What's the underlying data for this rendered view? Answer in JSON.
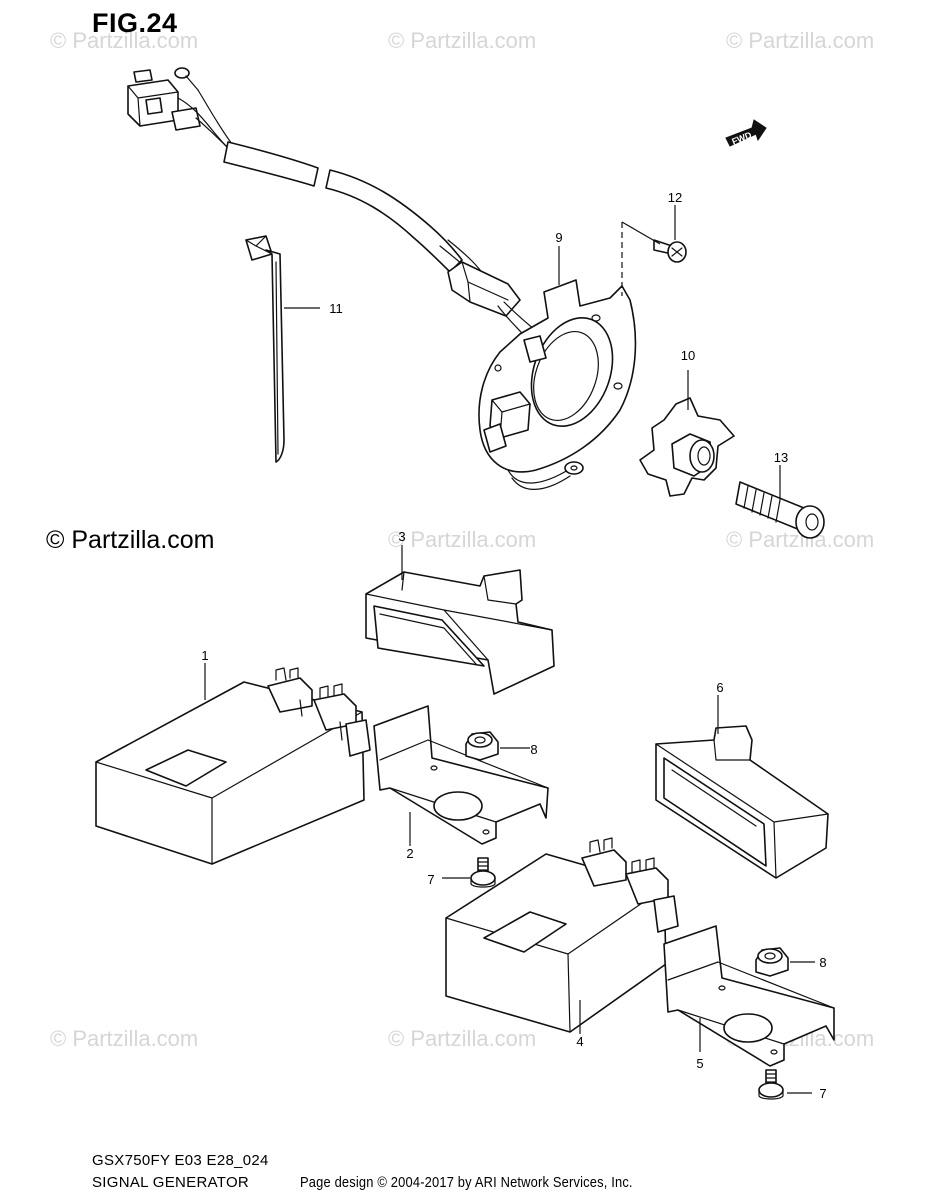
{
  "figure": {
    "label": "FIG.24",
    "model_code": "GSX750FY E03 E28_024",
    "title": "SIGNAL GENERATOR",
    "page_credit": "Page design © 2004-2017 by ARI Network Services, Inc.",
    "copyright": "© Partzilla.com",
    "watermark": "© Partzilla.com",
    "fwd_label": "FWD"
  },
  "callouts": [
    {
      "id": "1",
      "part": "control-unit-large"
    },
    {
      "id": "2",
      "part": "bracket-upper"
    },
    {
      "id": "3",
      "part": "cover-upper"
    },
    {
      "id": "4",
      "part": "control-unit-small"
    },
    {
      "id": "5",
      "part": "bracket-lower"
    },
    {
      "id": "6",
      "part": "cover-lower"
    },
    {
      "id": "7",
      "part": "bolt-upper"
    },
    {
      "id": "7",
      "part": "bolt-lower"
    },
    {
      "id": "8",
      "part": "nut-upper"
    },
    {
      "id": "8",
      "part": "nut-lower"
    },
    {
      "id": "9",
      "part": "signal-generator-plate"
    },
    {
      "id": "10",
      "part": "rotor"
    },
    {
      "id": "11",
      "part": "cable-clamp"
    },
    {
      "id": "12",
      "part": "screw"
    },
    {
      "id": "13",
      "part": "rotor-bolt"
    }
  ]
}
